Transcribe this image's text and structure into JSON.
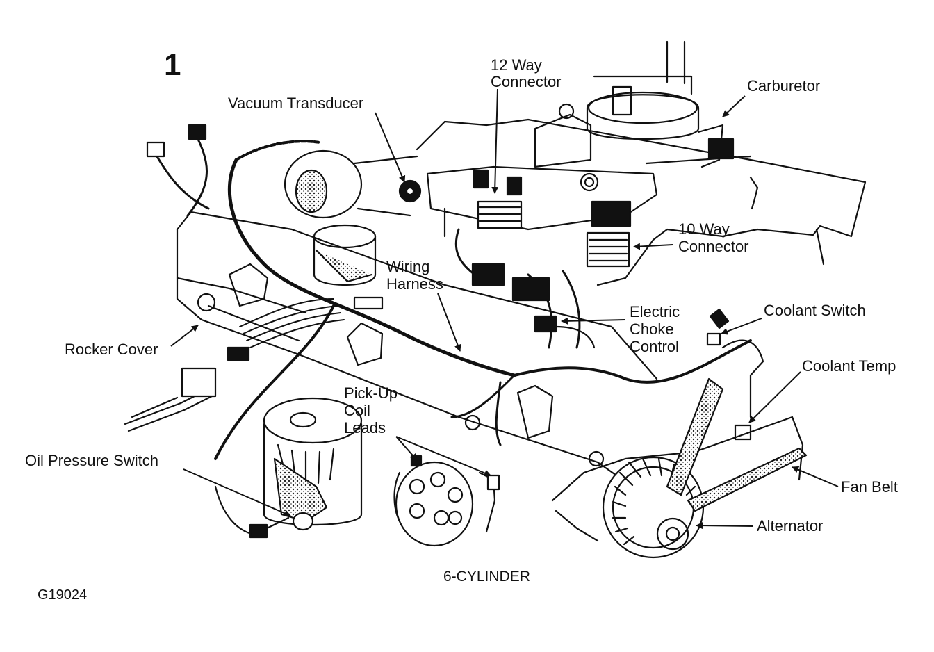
{
  "figure": {
    "number": "1",
    "caption": "6-CYLINDER",
    "figure_id": "G19024"
  },
  "labels": {
    "twelve_way_connector": [
      "12 Way",
      "Connector"
    ],
    "carburetor": "Carburetor",
    "vacuum_transducer": "Vacuum Transducer",
    "ten_way_connector": [
      "10 Way",
      "Connector"
    ],
    "wiring_harness": [
      "Wiring",
      "Harness"
    ],
    "electric_choke_control": [
      "Electric",
      "Choke",
      "Control"
    ],
    "coolant_switch": "Coolant Switch",
    "rocker_cover": "Rocker Cover",
    "coolant_temp": "Coolant Temp",
    "pickup_coil_leads": [
      "Pick-Up",
      "Coil",
      "Leads"
    ],
    "oil_pressure_switch": "Oil Pressure Switch",
    "fan_belt": "Fan Belt",
    "alternator": "Alternator"
  }
}
